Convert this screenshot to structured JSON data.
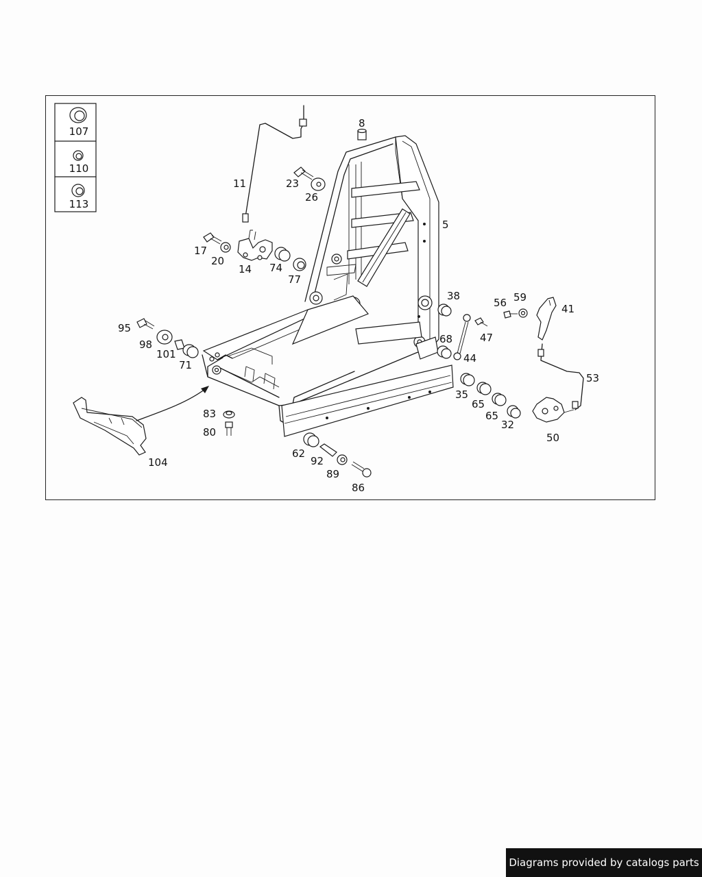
{
  "legend": [
    {
      "num": "107",
      "icon": "bushing-large-icon"
    },
    {
      "num": "110",
      "icon": "bushing-small-icon"
    },
    {
      "num": "113",
      "icon": "bushing-medium-icon"
    }
  ],
  "callouts": {
    "p5": "5",
    "p8": "8",
    "p11": "11",
    "p14": "14",
    "p17": "17",
    "p20": "20",
    "p23": "23",
    "p26": "26",
    "p32": "32",
    "p35": "35",
    "p38": "38",
    "p41": "41",
    "p44": "44",
    "p47": "47",
    "p50": "50",
    "p53": "53",
    "p56": "56",
    "p59": "59",
    "p62": "62",
    "p65a": "65",
    "p65b": "65",
    "p68": "68",
    "p71": "71",
    "p74": "74",
    "p77": "77",
    "p80": "80",
    "p83": "83",
    "p86": "86",
    "p89": "89",
    "p92": "92",
    "p95": "95",
    "p98": "98",
    "p101": "101",
    "p104": "104"
  },
  "credit": "Diagrams provided by catalogs parts"
}
